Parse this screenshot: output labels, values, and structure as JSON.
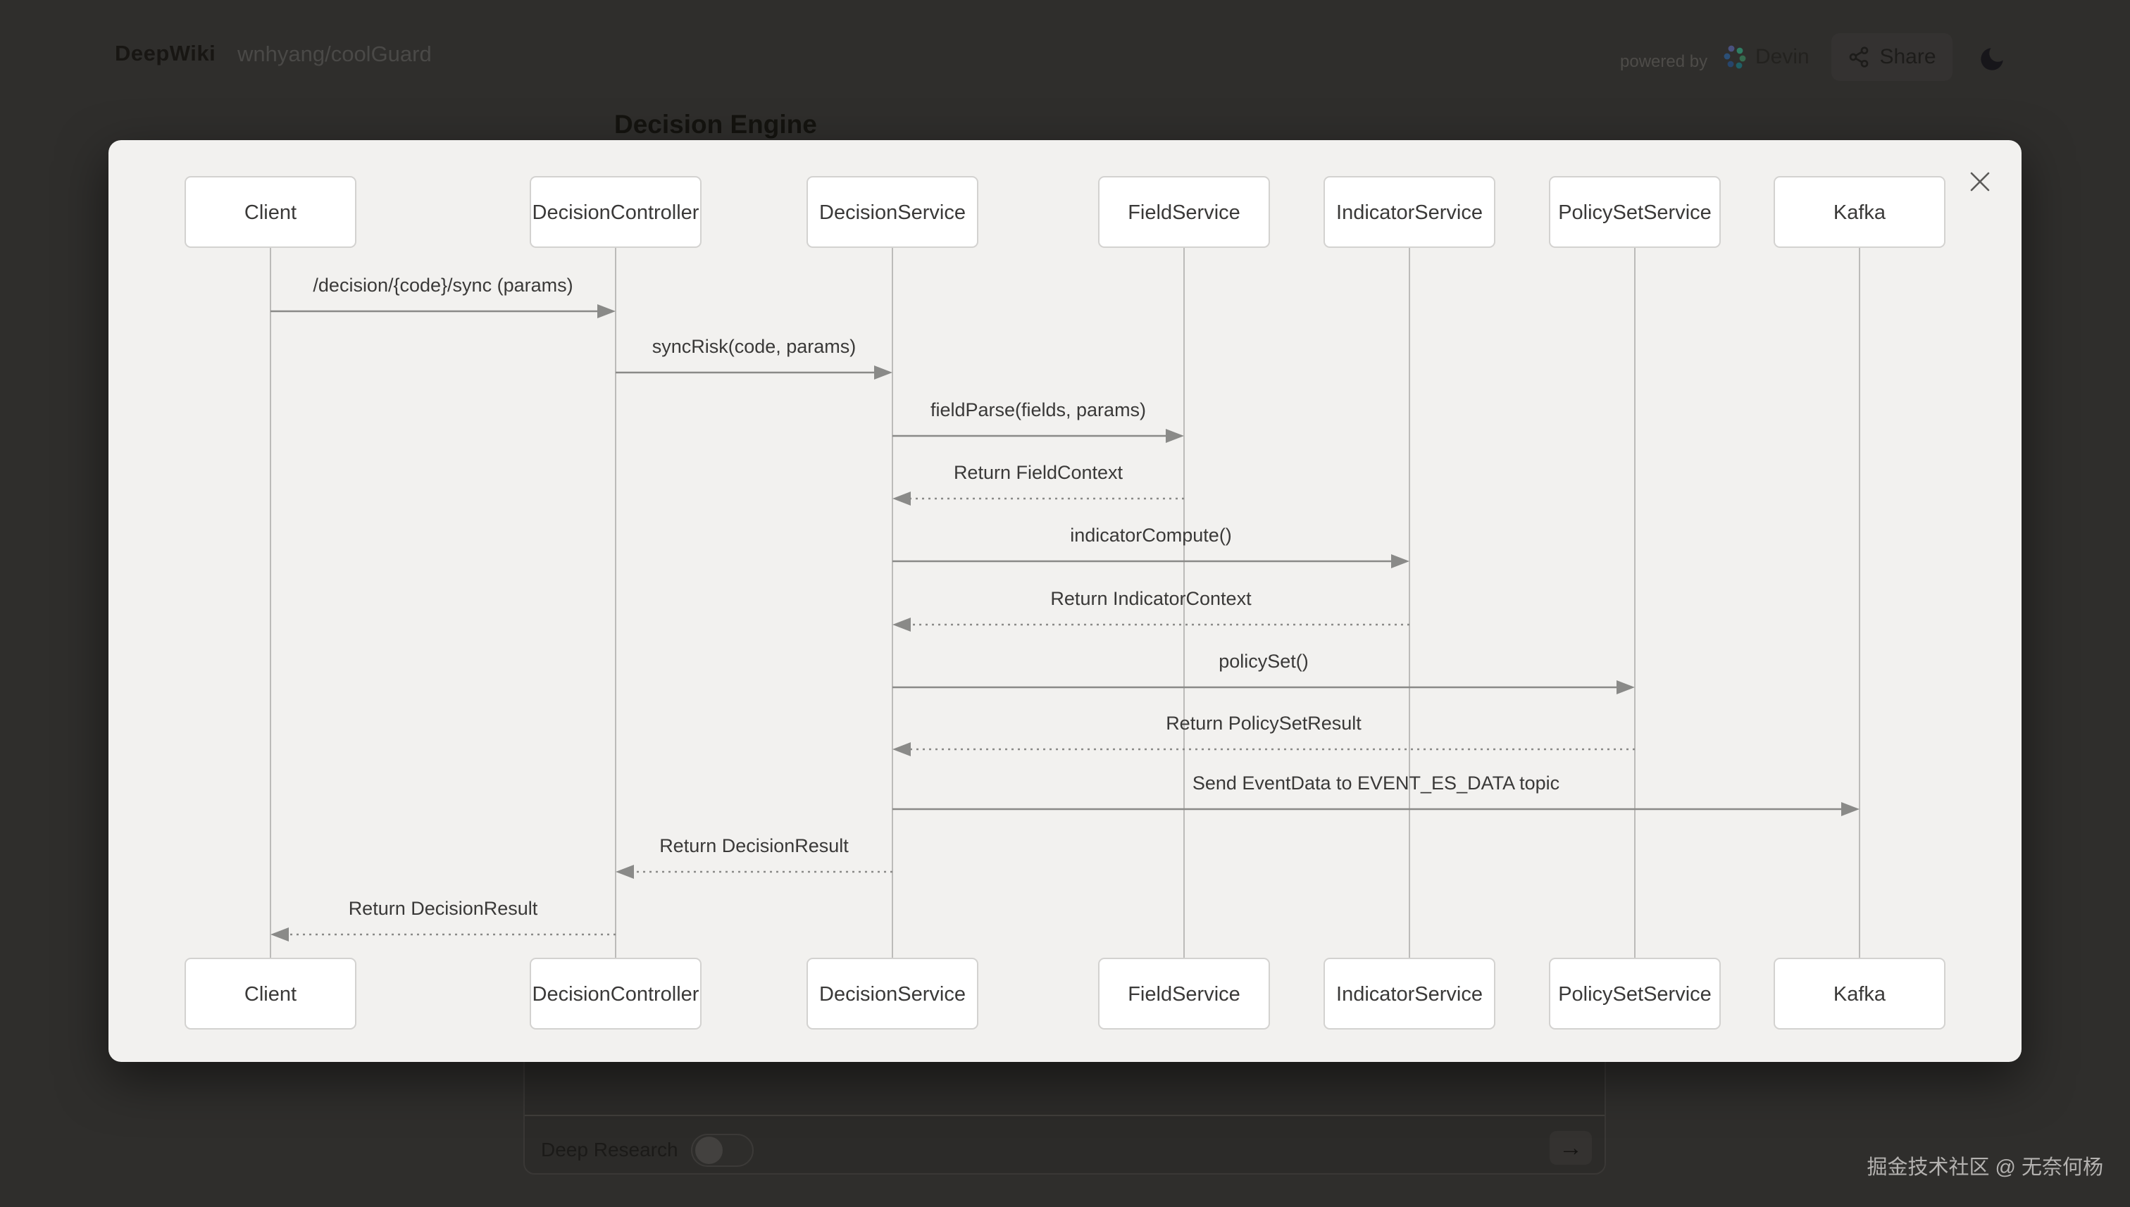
{
  "header": {
    "logo": "DeepWiki",
    "repo": "wnhyang/coolGuard",
    "powered_by": "powered by",
    "devin": "Devin",
    "share_label": "Share"
  },
  "page": {
    "heading": "Decision Engine"
  },
  "icons": {
    "devin": "devin-logo-dots-icon",
    "share": "share-nodes-icon",
    "theme": "moon-icon",
    "close": "x-icon",
    "submit": "arrow-right-icon"
  },
  "prompt": {
    "deep_research_label": "Deep Research",
    "submit_icon": "→"
  },
  "footer": {
    "watermark": "掘金技术社区 @ 无奈何杨"
  },
  "chart_data": {
    "type": "sequence-diagram",
    "title": "Decision Engine",
    "participants": [
      "Client",
      "DecisionController",
      "DecisionService",
      "FieldService",
      "IndicatorService",
      "PolicySetService",
      "Kafka"
    ],
    "messages": [
      {
        "from": "Client",
        "to": "DecisionController",
        "label": "/decision/{code}/sync (params)",
        "style": "solid"
      },
      {
        "from": "DecisionController",
        "to": "DecisionService",
        "label": "syncRisk(code, params)",
        "style": "solid"
      },
      {
        "from": "DecisionService",
        "to": "FieldService",
        "label": "fieldParse(fields, params)",
        "style": "solid"
      },
      {
        "from": "FieldService",
        "to": "DecisionService",
        "label": "Return FieldContext",
        "style": "dashed"
      },
      {
        "from": "DecisionService",
        "to": "IndicatorService",
        "label": "indicatorCompute()",
        "style": "solid"
      },
      {
        "from": "IndicatorService",
        "to": "DecisionService",
        "label": "Return IndicatorContext",
        "style": "dashed"
      },
      {
        "from": "DecisionService",
        "to": "PolicySetService",
        "label": "policySet()",
        "style": "solid"
      },
      {
        "from": "PolicySetService",
        "to": "DecisionService",
        "label": "Return PolicySetResult",
        "style": "dashed"
      },
      {
        "from": "DecisionService",
        "to": "Kafka",
        "label": "Send EventData to EVENT_ES_DATA topic",
        "style": "solid"
      },
      {
        "from": "DecisionService",
        "to": "DecisionController",
        "label": "Return DecisionResult",
        "style": "dashed"
      },
      {
        "from": "DecisionController",
        "to": "Client",
        "label": "Return DecisionResult",
        "style": "dashed"
      }
    ],
    "layout": {
      "legend": false,
      "rows_mirrored_top_bottom": true
    }
  },
  "colors": {
    "dim_background": "#2f2e2c",
    "modal_background": "#f2f1ef",
    "actor_box_fill": "#ffffff",
    "actor_box_border": "#d3d2d0",
    "lifeline": "#bcbbb9",
    "arrow": "#8a8a88",
    "diagram_text": "#3a3938"
  }
}
